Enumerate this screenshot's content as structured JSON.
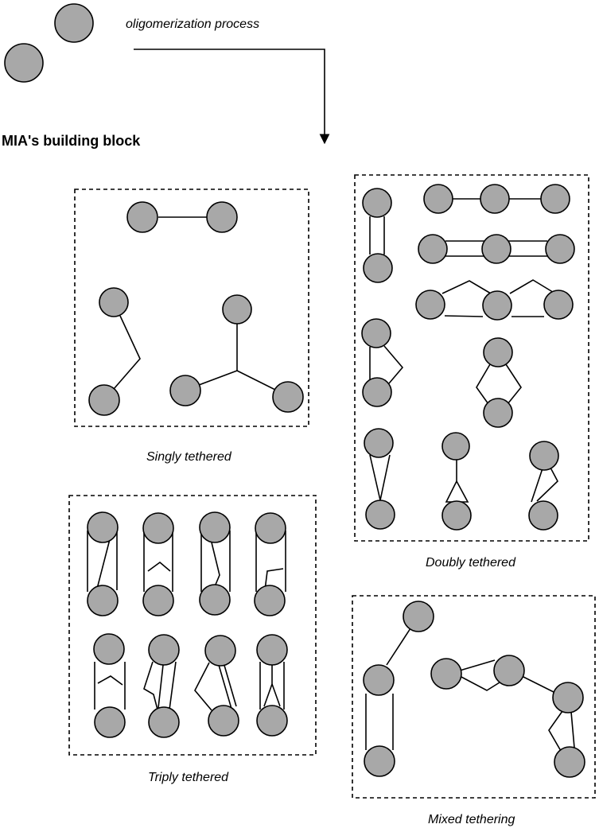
{
  "labels": {
    "process": "oligomerization process",
    "building_block": "MIA's building block",
    "singly": "Singly tethered",
    "doubly": "Doubly tethered",
    "triply": "Triply tethered",
    "mixed": "Mixed tethering"
  },
  "colors": {
    "ball_fill": "#a8a8a8",
    "stroke": "#000000"
  }
}
